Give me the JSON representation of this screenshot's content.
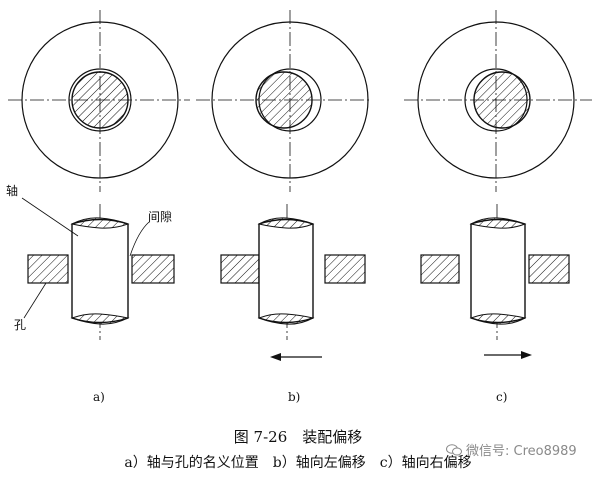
{
  "figure": {
    "panels": [
      {
        "label": "a)",
        "offset": "centered"
      },
      {
        "label": "b)",
        "offset": "shaft-left",
        "arrow": "left"
      },
      {
        "label": "c)",
        "offset": "shaft-right",
        "arrow": "right"
      }
    ],
    "callouts": {
      "shaft": "轴",
      "gap": "间隙",
      "hole": "孔"
    },
    "title": "图 7-26　装配偏移",
    "caption": "a）轴与孔的名义位置　b）轴向左偏移　c）轴向右偏移",
    "watermark": "微信号: Creo8989"
  }
}
